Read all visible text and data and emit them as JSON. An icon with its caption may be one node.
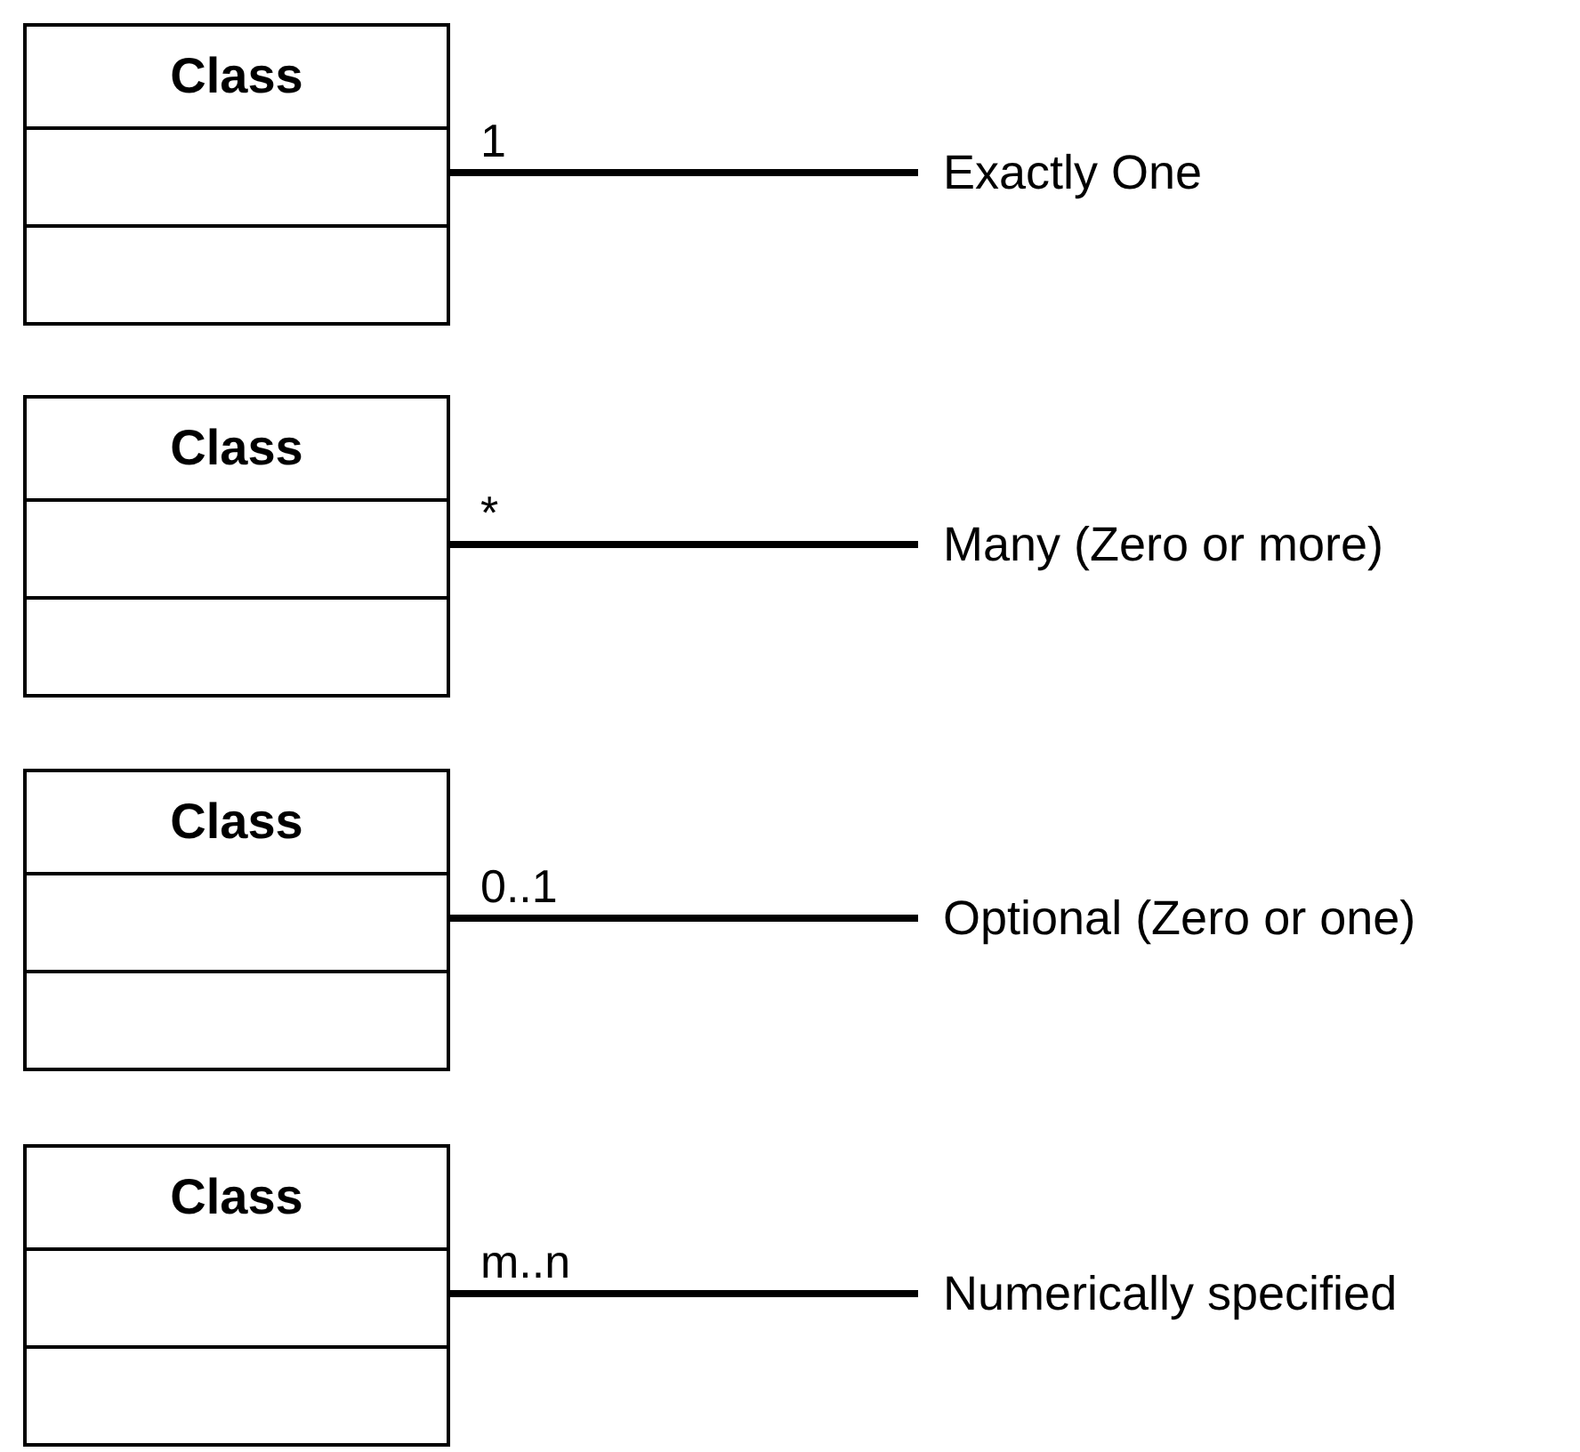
{
  "diagram": {
    "nodes": [
      {
        "text": [
          "Class"
        ]
      },
      {
        "text": [
          "Exactly One"
        ]
      },
      {
        "text": [
          "Class"
        ]
      },
      {
        "text": [
          "Many (Zero or more)"
        ]
      },
      {
        "text": [
          "Class"
        ]
      },
      {
        "text": [
          "Optional (Zero or one)"
        ]
      },
      {
        "text": [
          "Class"
        ]
      },
      {
        "text": [
          "Numerically specified"
        ]
      }
    ],
    "edges": [
      {
        "from": 0,
        "to": 1,
        "arrow": "none",
        "label": "1"
      },
      {
        "from": 2,
        "to": 3,
        "arrow": "none",
        "label": "*"
      },
      {
        "from": 4,
        "to": 5,
        "arrow": "none",
        "label": "0..1"
      },
      {
        "from": 6,
        "to": 7,
        "arrow": "none",
        "label": "m..n"
      }
    ]
  }
}
